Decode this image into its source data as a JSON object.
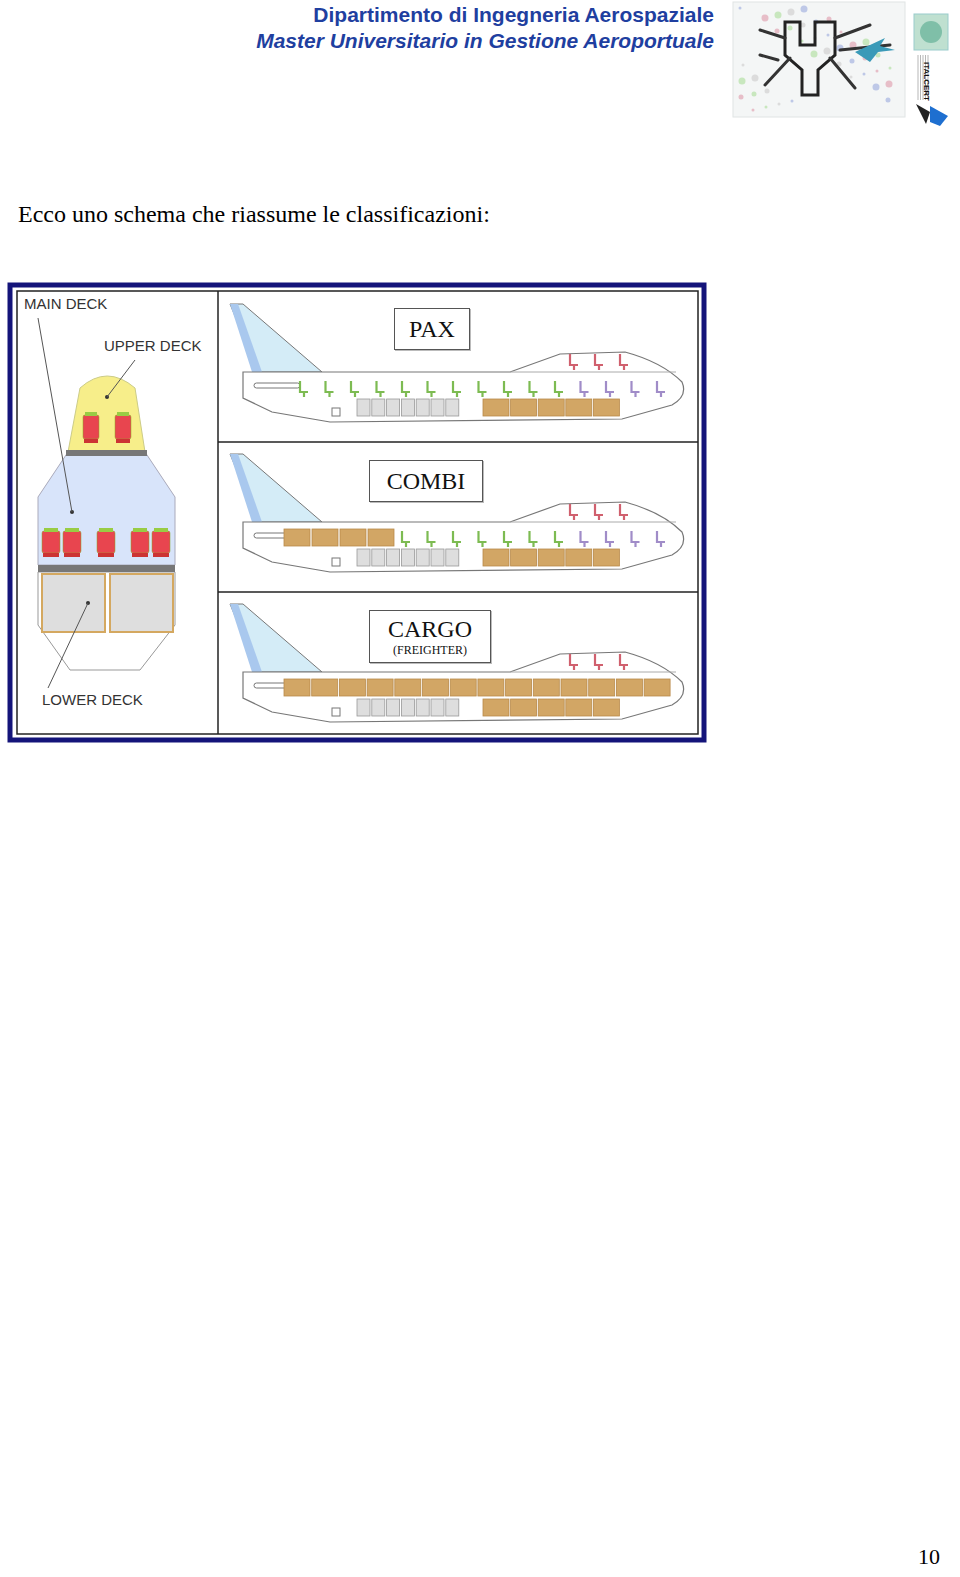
{
  "diagram": {
    "nodes": [
      {
        "text": [
          "PAX"
        ]
      },
      {
        "text": [
          "COMBI"
        ]
      },
      {
        "text": [
          "CARGO",
          "(FREIGHTER)"
        ]
      }
    ],
    "labels": [
      "Dipartimento di Ingegneria Aerospaziale",
      "Master Universitario in Gestione Aeroportuale",
      "ITALCERT",
      "Ecco uno schema che riassume le classificazioni:",
      "MAIN DECK",
      "UPPER DECK",
      "LOWER DECK",
      "10"
    ]
  }
}
